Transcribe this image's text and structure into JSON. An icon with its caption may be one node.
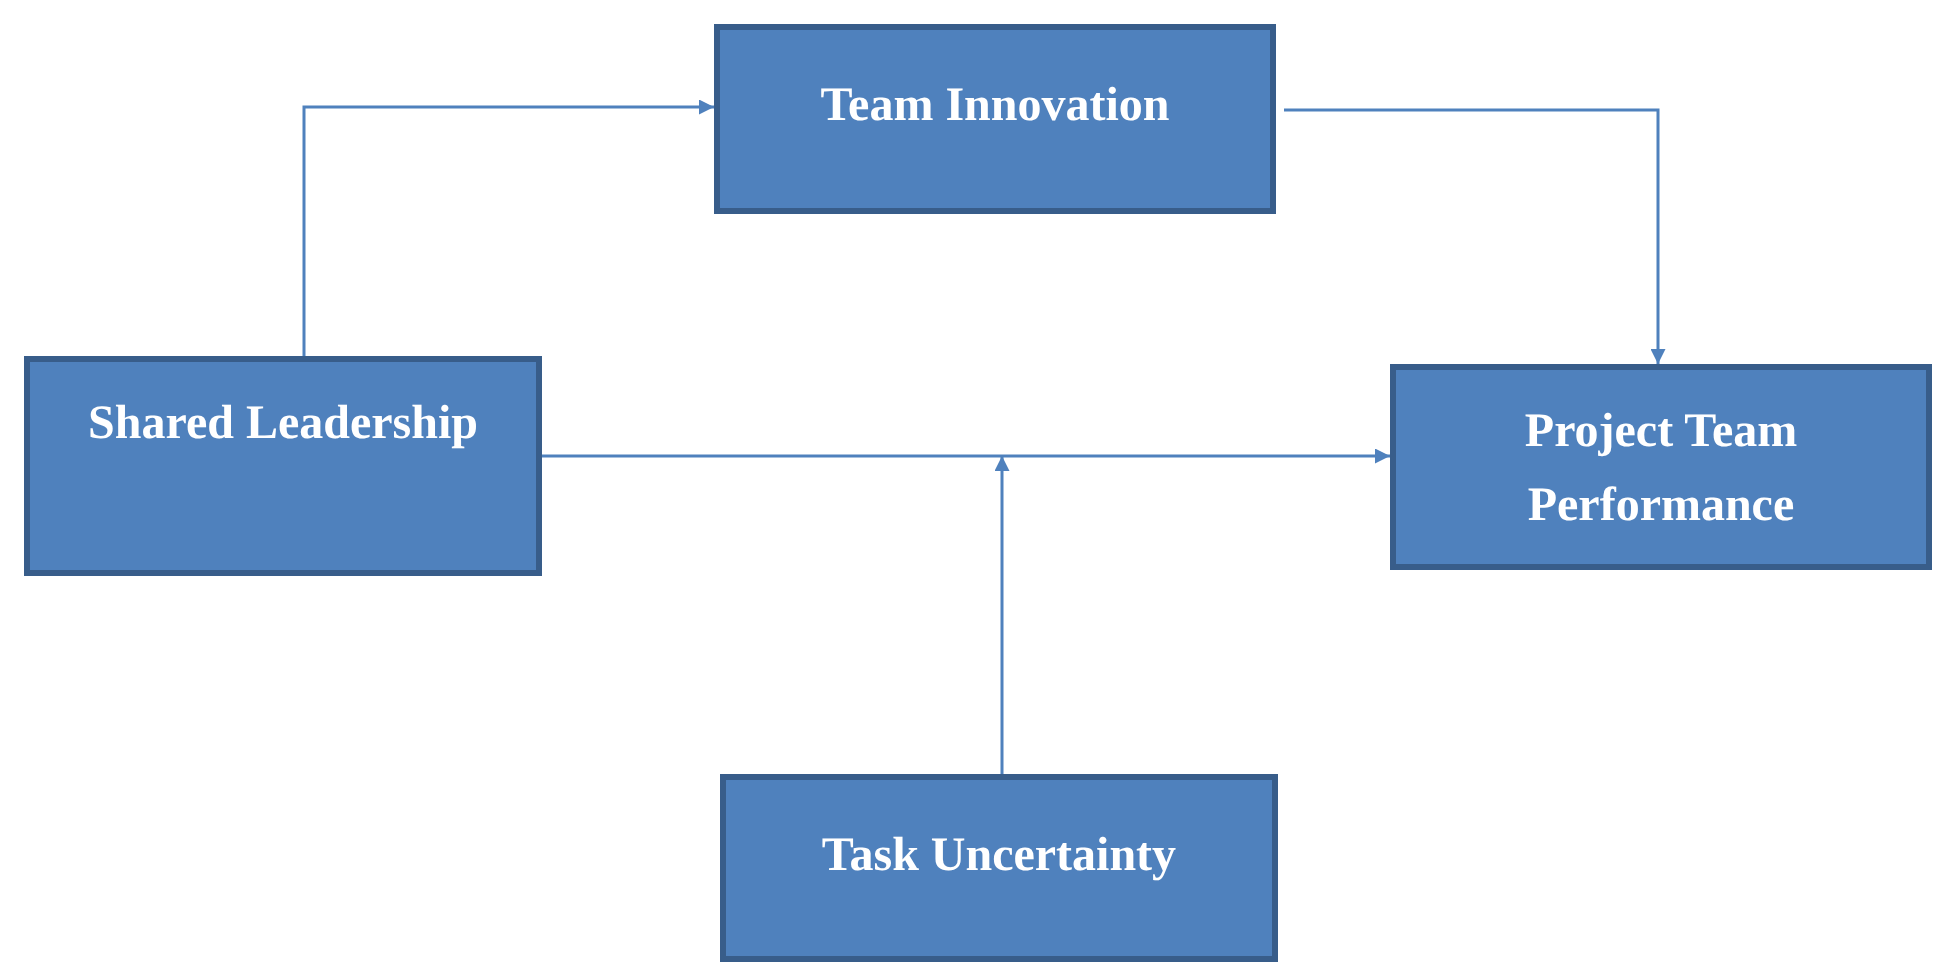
{
  "diagram": {
    "nodes": [
      {
        "text": [
          "Team Innovation"
        ]
      },
      {
        "text": [
          "Shared Leadership"
        ]
      },
      {
        "text": [
          "Project Team Performance"
        ]
      },
      {
        "text": [
          "Task Uncertainty"
        ]
      }
    ],
    "edges": [
      {
        "from": 1,
        "to": 0,
        "arrow": "to"
      },
      {
        "from": 0,
        "to": 2,
        "arrow": "to"
      },
      {
        "from": 1,
        "to": 2,
        "arrow": "to"
      },
      {
        "from": 3,
        "to": null,
        "arrow": "to"
      }
    ]
  }
}
